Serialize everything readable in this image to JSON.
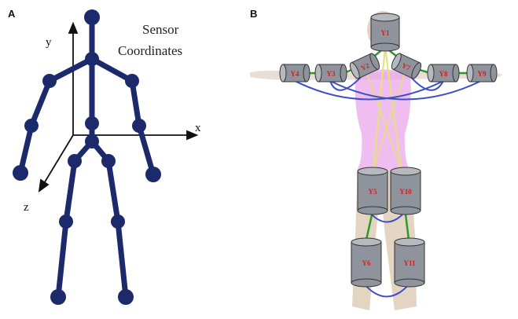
{
  "panels": {
    "a": {
      "letter": "A",
      "title_line1": "Sensor",
      "title_line2": "Coordinates",
      "axis_x": "x",
      "axis_y": "y",
      "axis_z": "z"
    },
    "b": {
      "letter": "B",
      "sensors": {
        "y1": "Y1",
        "y2": "Y2",
        "y3": "Y3",
        "y4": "Y4",
        "y5": "Y5",
        "y6": "Y6",
        "y7": "Y7",
        "y8": "Y8",
        "y9": "Y9",
        "y10": "Y10",
        "y11": "Y11"
      }
    }
  },
  "colors": {
    "skeleton": "#1c2a6b",
    "sensor_fill": "#8f949c",
    "sensor_label": "#d21f1f",
    "link_green": "#2a9a2a",
    "link_blue": "#3a4fc9",
    "link_yellow": "#e6e07a",
    "body_pink": "#e9a7ea"
  }
}
